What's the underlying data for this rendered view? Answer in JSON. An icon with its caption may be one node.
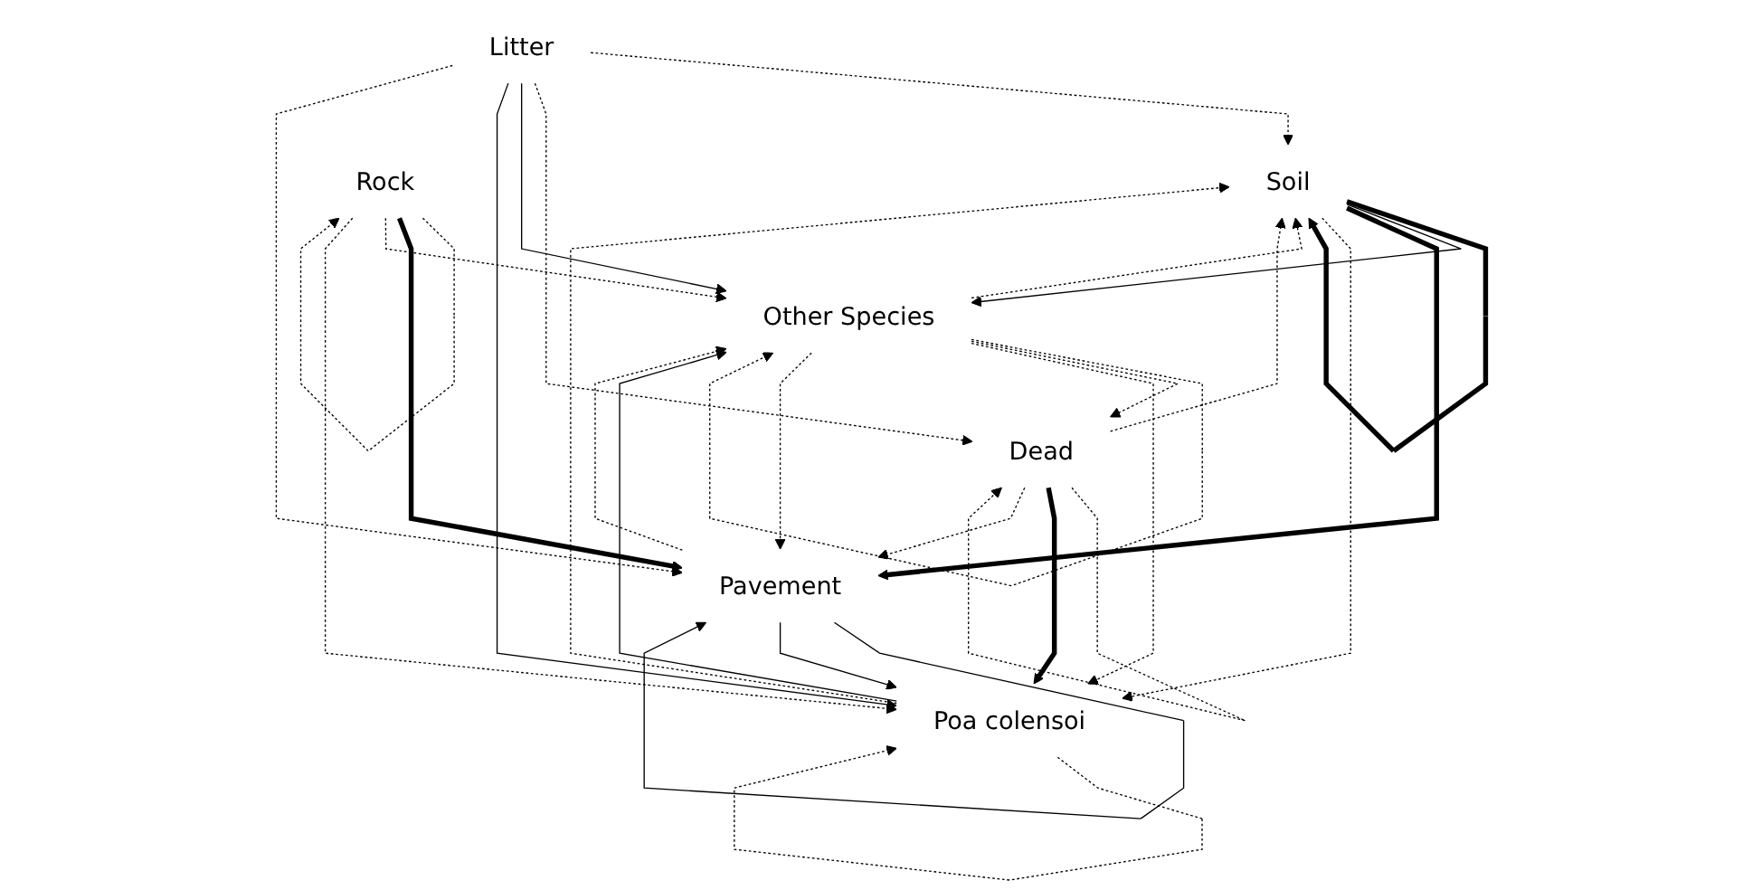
{
  "diagram": {
    "nodes": [
      {
        "text": [
          "Soil"
        ]
      },
      {
        "text": [
          "Other Species"
        ]
      },
      {
        "text": [
          "Dead"
        ]
      },
      {
        "text": [
          "Poa colensoi"
        ]
      },
      {
        "text": [
          "Litter"
        ]
      },
      {
        "text": [
          "Rock"
        ]
      },
      {
        "text": [
          "Pavement"
        ]
      }
    ],
    "edges": [
      {
        "from": 0,
        "to": 0,
        "arrow": "to",
        "style": "thick"
      },
      {
        "from": 1,
        "to": 1,
        "arrow": "to",
        "style": "dashed"
      },
      {
        "from": 2,
        "to": 2,
        "arrow": "to",
        "style": "dashed"
      },
      {
        "from": 3,
        "to": 3,
        "arrow": "to",
        "style": "dashed"
      },
      {
        "from": 5,
        "to": 5,
        "arrow": "to",
        "style": "dashed"
      },
      {
        "from": 6,
        "to": 6,
        "arrow": "to"
      },
      {
        "from": 0,
        "to": 1,
        "arrow": "to"
      },
      {
        "from": 1,
        "to": 0,
        "arrow": "to",
        "style": "dashed"
      },
      {
        "from": 0,
        "to": 6,
        "arrow": "to",
        "style": "thick"
      },
      {
        "from": 2,
        "to": 0,
        "arrow": "to",
        "style": "dashed"
      },
      {
        "from": 4,
        "to": 0,
        "arrow": "to",
        "style": "dashed"
      },
      {
        "from": 1,
        "to": 2,
        "arrow": "to",
        "style": "dashed"
      },
      {
        "from": 2,
        "to": 3,
        "arrow": "to",
        "style": "thick"
      },
      {
        "from": 4,
        "to": 2,
        "arrow": "to",
        "style": "dashed"
      },
      {
        "from": 4,
        "to": 1,
        "arrow": "to"
      },
      {
        "from": 4,
        "to": 3,
        "arrow": "to"
      },
      {
        "from": 4,
        "to": 6,
        "arrow": "to",
        "style": "dashed"
      },
      {
        "from": 2,
        "to": 6,
        "arrow": "to",
        "style": "dashed"
      },
      {
        "from": 5,
        "to": 6,
        "arrow": "to",
        "style": "thick"
      },
      {
        "from": 5,
        "to": 1,
        "arrow": "to",
        "style": "dashed"
      },
      {
        "from": 5,
        "to": 3,
        "arrow": "to",
        "style": "dashed"
      },
      {
        "from": 6,
        "to": 3,
        "arrow": "to"
      },
      {
        "from": 3,
        "to": 1,
        "arrow": "to"
      },
      {
        "from": 1,
        "to": 3,
        "arrow": "to",
        "style": "dashed"
      },
      {
        "from": 3,
        "to": 0,
        "arrow": "to",
        "style": "dashed"
      },
      {
        "from": 0,
        "to": 3,
        "arrow": "to",
        "style": "dashed"
      },
      {
        "from": 1,
        "to": 6,
        "arrow": "to",
        "style": "dashed"
      },
      {
        "from": 6,
        "to": 1,
        "arrow": "to",
        "style": "dashed"
      }
    ]
  }
}
